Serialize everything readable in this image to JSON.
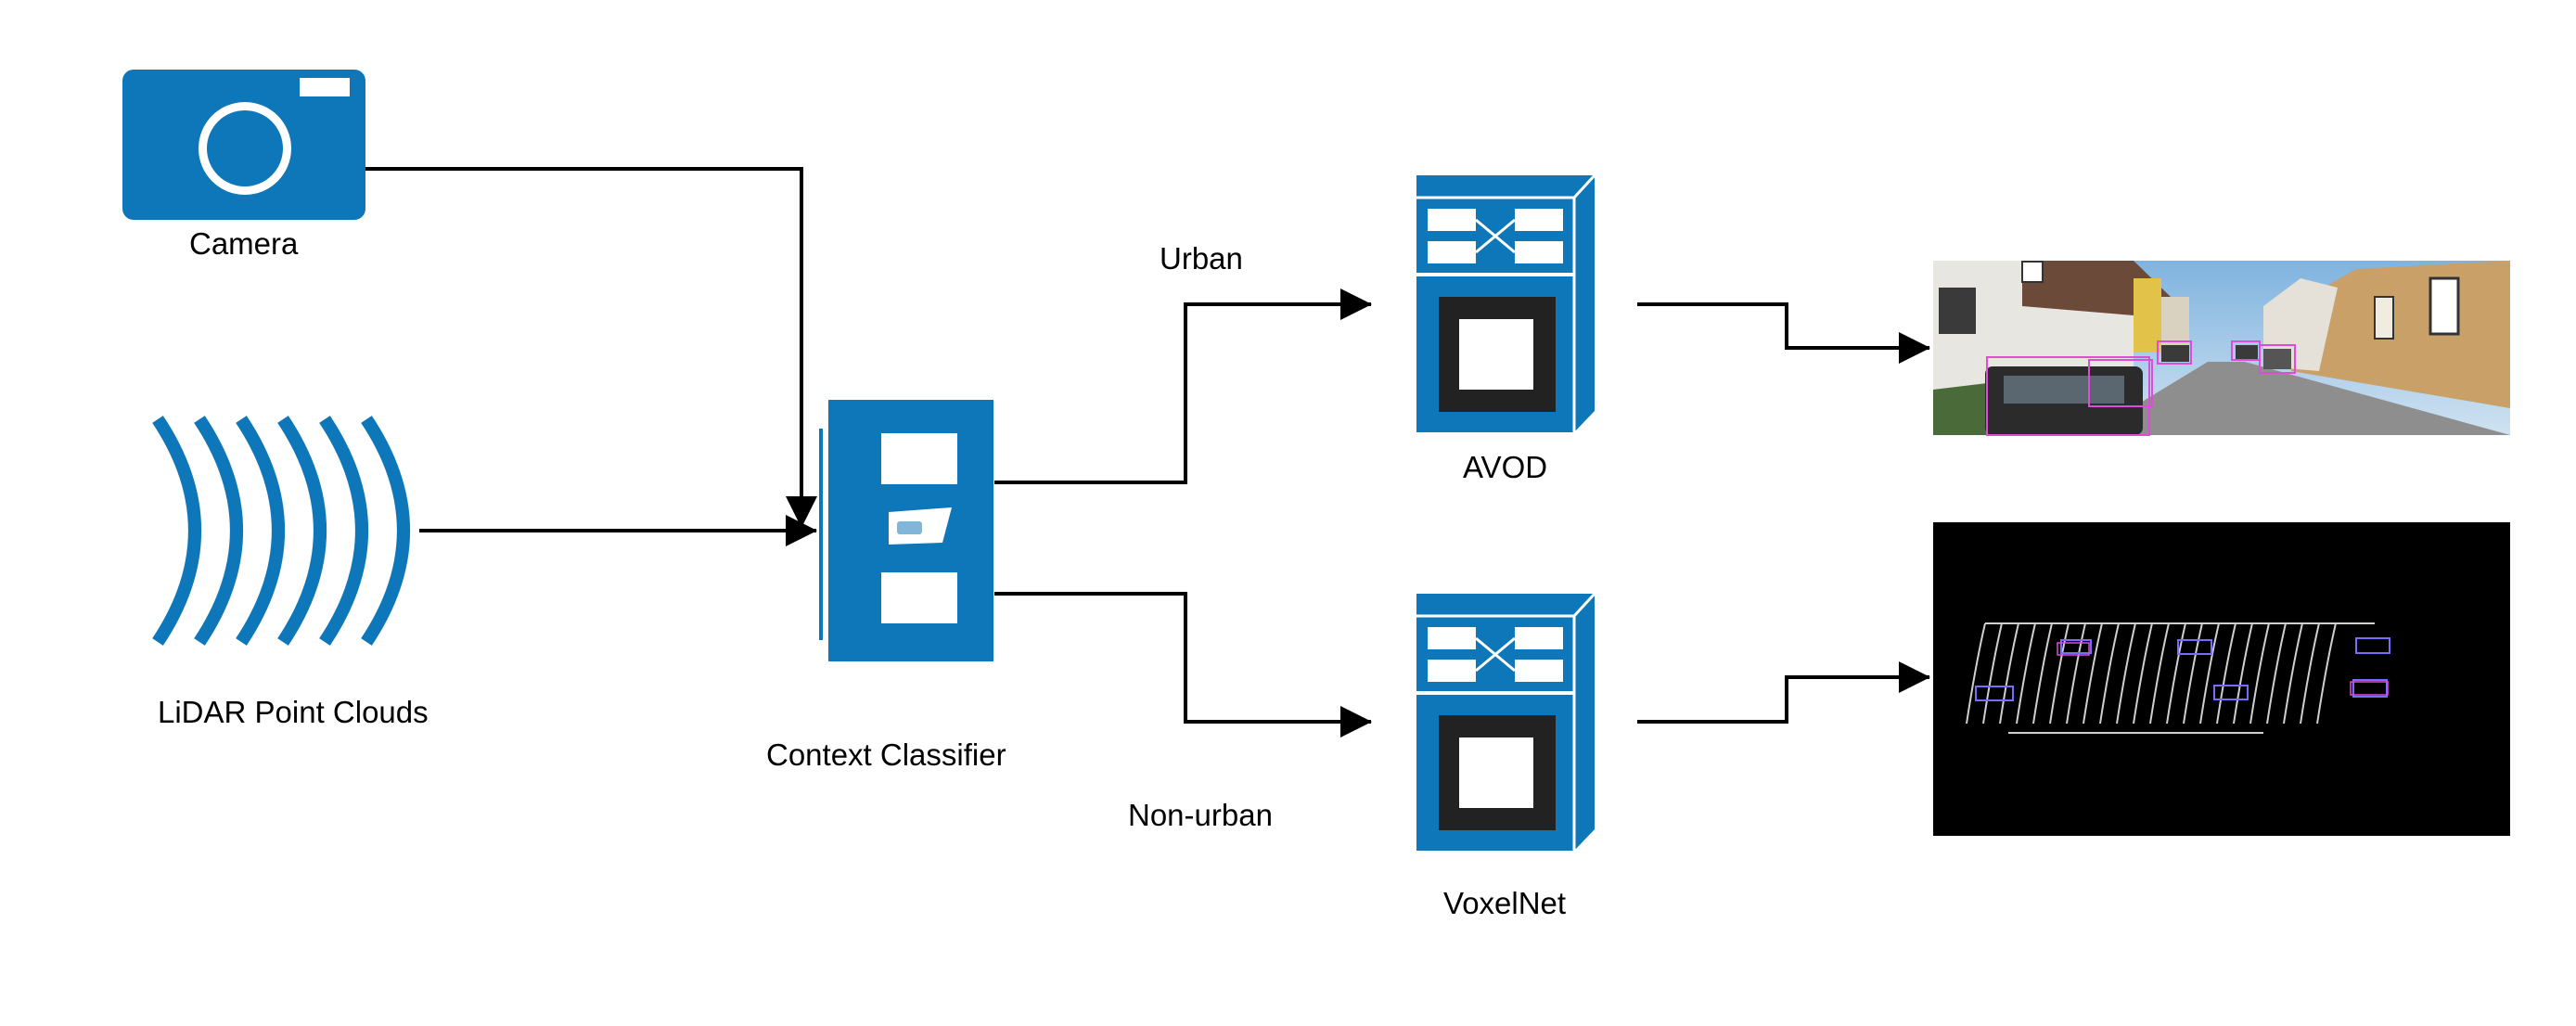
{
  "colors": {
    "primary": "#0d77b9",
    "light": "#7fb6da",
    "line": "#000000",
    "dark": "#222222"
  },
  "nodes": {
    "camera": {
      "label": "Camera",
      "icon": "camera-icon"
    },
    "lidar": {
      "label": "LiDAR Point Clouds",
      "icon": "lidar-waves-icon"
    },
    "classifier": {
      "label": "Context Classifier",
      "icon": "classifier-icon"
    },
    "avod": {
      "label": "AVOD",
      "icon": "server-icon"
    },
    "voxelnet": {
      "label": "VoxelNet",
      "icon": "server-icon"
    }
  },
  "edges": {
    "urban": {
      "label": "Urban"
    },
    "non_urban": {
      "label": "Non-urban"
    }
  },
  "images": {
    "street_scene": {
      "icon": "street-scene-image"
    },
    "point_cloud": {
      "icon": "point-cloud-bev-image"
    }
  }
}
